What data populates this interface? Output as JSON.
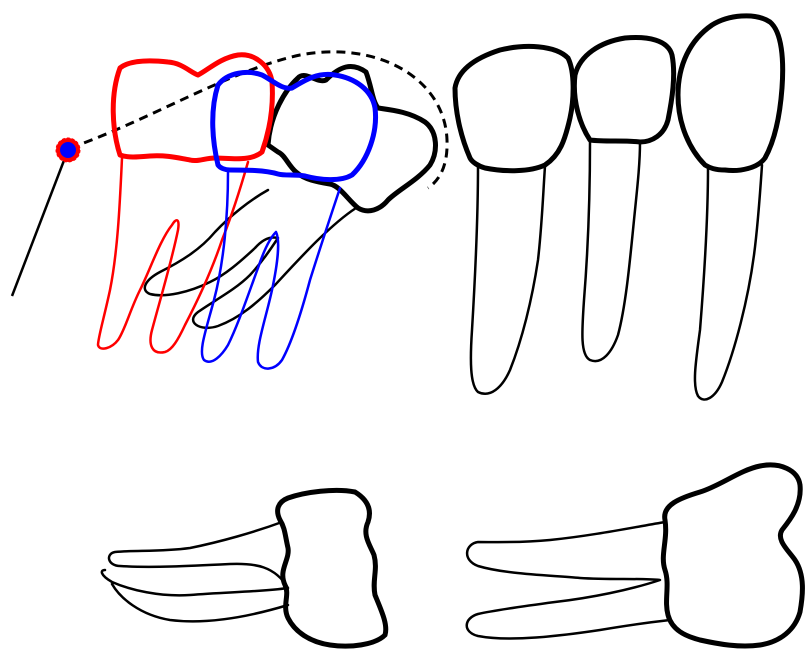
{
  "figure": {
    "background": "#ffffff",
    "colors": {
      "outline": "#000000",
      "red_tooth": "#ff0000",
      "blue_tooth": "#0000ff",
      "pivot_fill": "#0000ff",
      "pivot_ring": "#ff0000"
    },
    "groups": [
      {
        "id": "rotation-sequence",
        "description_icon": "rotating-molar-icon"
      },
      {
        "id": "upright-row",
        "description_icon": "tooth-row-icon"
      },
      {
        "id": "horizontal-left",
        "description_icon": "horizontal-molar-icon"
      },
      {
        "id": "horizontal-right",
        "description_icon": "horizontal-molar-icon"
      }
    ]
  }
}
